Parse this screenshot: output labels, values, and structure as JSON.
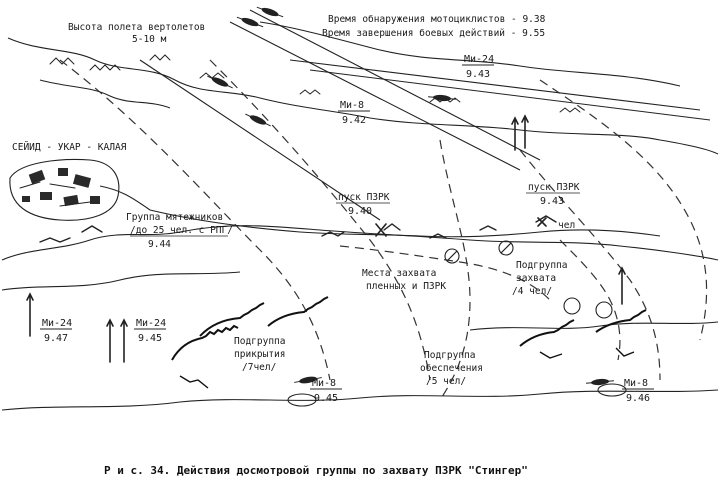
{
  "labels": {
    "helicopter_altitude_title": "Высота полета вертолетов",
    "helicopter_altitude_value": "5-10 м",
    "detection_time": "Время обнаружения мотоциклистов - 9.38",
    "combat_end_time": "Время завершения боевых действий - 9.55",
    "village_name": "СЕЙИД - УКАР - КАЛАЯ",
    "rebel_group_line1": "Группа мятежников",
    "rebel_group_line2": "/до 25 чел. с РПГ/",
    "rebel_group_time": "9.44",
    "manpads_launch_1_label": "пуск ПЗРК",
    "manpads_launch_1_time": "9.40",
    "manpads_launch_2_label": "пуск ПЗРК",
    "manpads_launch_2_time": "9.43",
    "capture_place_line1": "Места захвата",
    "capture_place_line2": "пленных и ПЗРК",
    "capture_subgroup_line1": "Подгруппа",
    "capture_subgroup_line2": "захвата",
    "capture_subgroup_line3": "/4 чел/",
    "cover_subgroup_line1": "Подгруппа",
    "cover_subgroup_line2": "прикрытия",
    "cover_subgroup_line3": "/7чел/",
    "support_subgroup_line1": "Подгруппа",
    "support_subgroup_line2": "обеспечения",
    "support_subgroup_line3": "/5 чел/",
    "other_marking": "чел"
  },
  "helicopters": [
    {
      "type": "Ми-24",
      "time": "9.43"
    },
    {
      "type": "Ми-8",
      "time": "9.42"
    },
    {
      "type": "Ми-24",
      "time": "9.47"
    },
    {
      "type": "Ми-24",
      "time": "9.45"
    },
    {
      "type": "Ми-8",
      "time": "9.45"
    },
    {
      "type": "Ми-8",
      "time": "9.46"
    }
  ],
  "caption": "Р и с. 34. Действия досмотровой группы по захвату ПЗРК \"Стингер\""
}
